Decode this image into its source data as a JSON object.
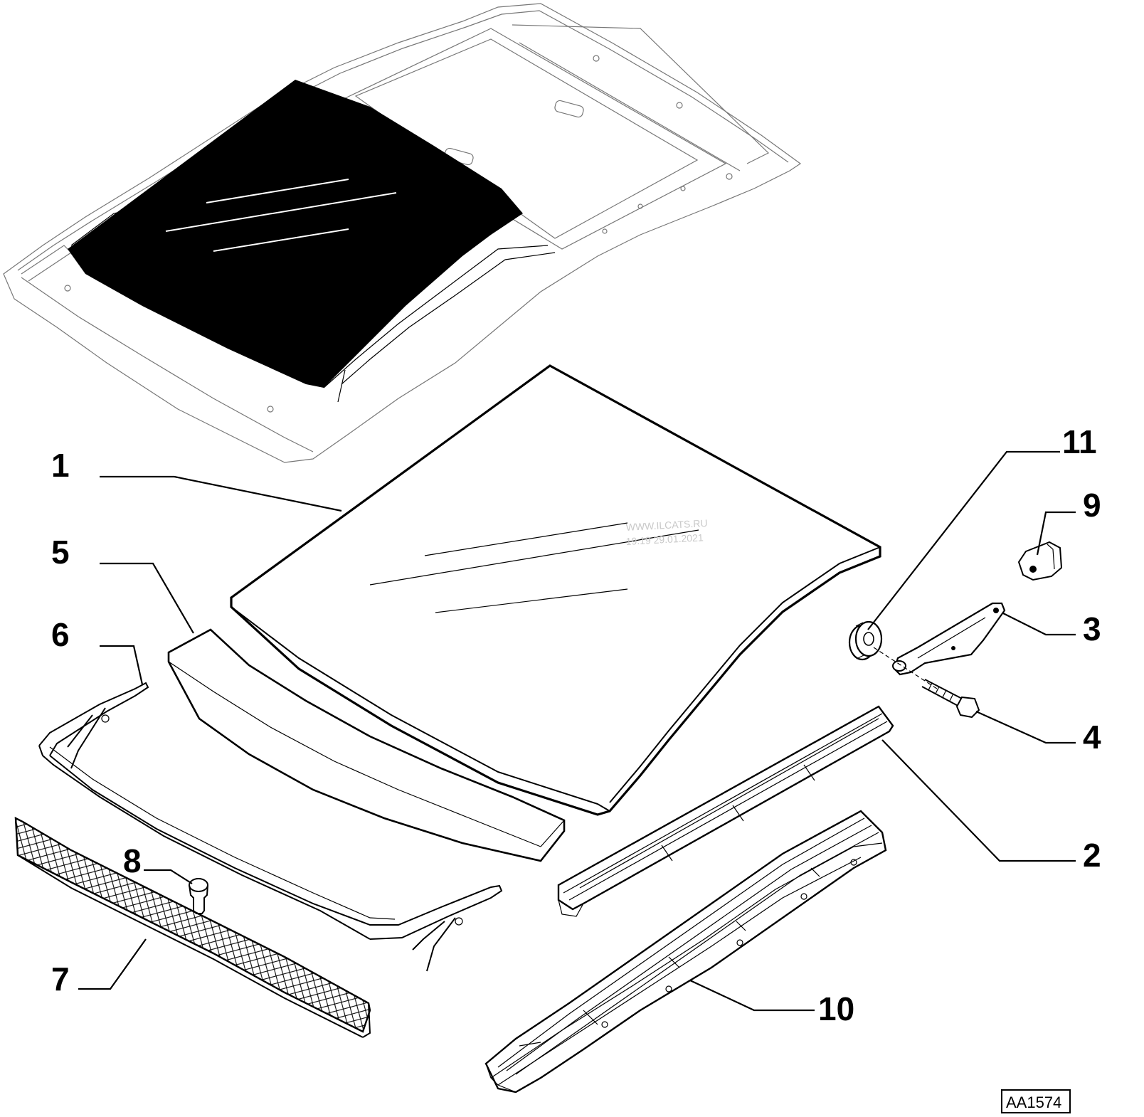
{
  "callouts": {
    "n1": "1",
    "n2": "2",
    "n3": "3",
    "n4": "4",
    "n5": "5",
    "n6": "6",
    "n7": "7",
    "n8": "8",
    "n9": "9",
    "n10": "10",
    "n11": "11"
  },
  "watermark": {
    "line1": "WWW.ILCATS.RU",
    "line2": "19.19 29.01.2021"
  },
  "drawing_code": "AA1574"
}
